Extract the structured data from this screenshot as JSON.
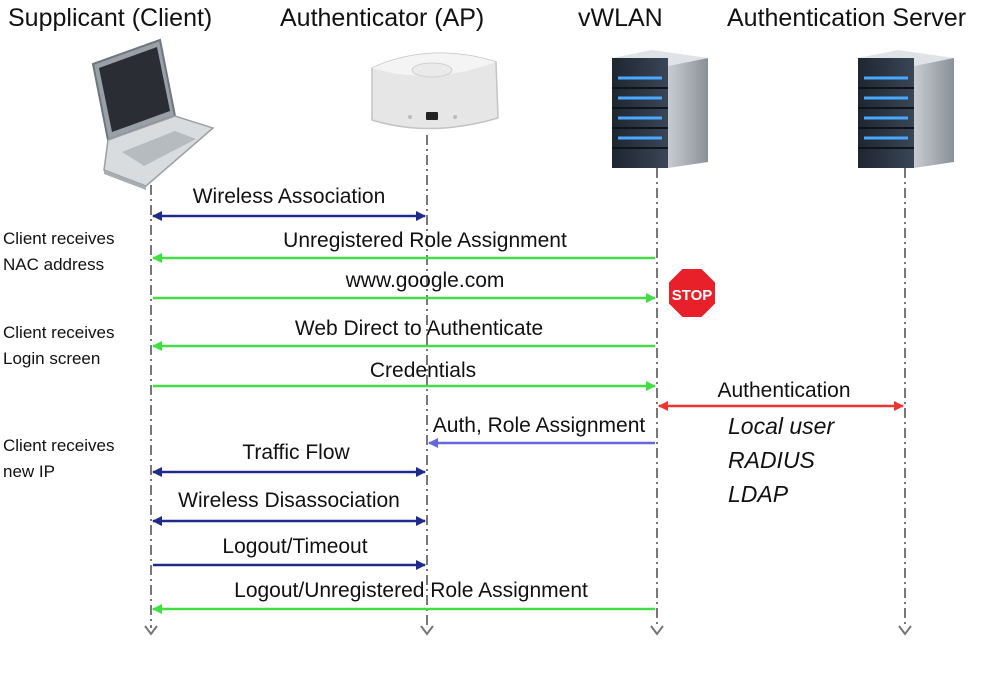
{
  "headers": {
    "client": "Supplicant (Client)",
    "ap": "Authenticator (AP)",
    "vwlan": "vWLAN",
    "server": "Authentication Server"
  },
  "notes": {
    "nac": [
      "Client receives",
      "NAC address"
    ],
    "login": [
      "Client receives",
      "Login screen"
    ],
    "newip": [
      "Client receives",
      "new IP"
    ]
  },
  "messages": {
    "assoc": "Wireless Association",
    "unreg": "Unregistered Role Assignment",
    "google": "www.google.com",
    "webdirect": "Web Direct to Authenticate",
    "creds": "Credentials",
    "auth": "Authentication",
    "authrole": "Auth, Role Assignment",
    "traffic": "Traffic Flow",
    "disassoc": "Wireless Disassociation",
    "logout": "Logout/Timeout",
    "logoutunreg": "Logout/Unregistered Role Assignment"
  },
  "auth_methods": [
    "Local user",
    "RADIUS",
    "LDAP"
  ],
  "stop_sign": "STOP",
  "colors": {
    "association": "#1f2a8a",
    "green": "#44dd44",
    "red": "#ee3333",
    "purple": "#6666dd",
    "lifeline": "#777777",
    "stop": "#e8202a"
  },
  "icons": [
    "laptop-icon",
    "access-point-icon",
    "server-icon",
    "server-icon"
  ]
}
